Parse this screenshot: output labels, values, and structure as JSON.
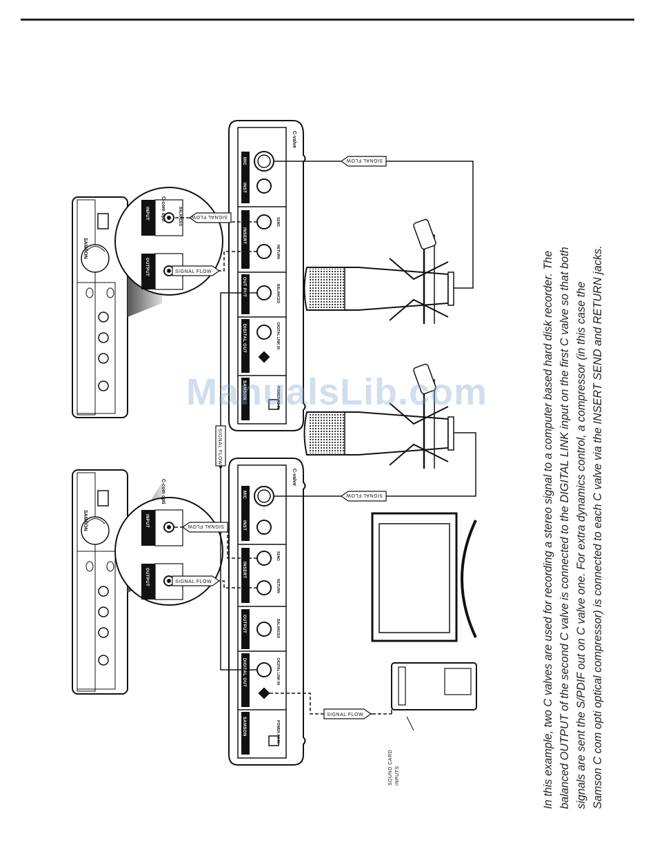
{
  "labels": {
    "signal_flow": "SIGNAL FLOW",
    "sound_card_line1": "SOUND CARD",
    "sound_card_line2": "INPUTS",
    "watermark": "ManualsLib.com"
  },
  "valve_panel": {
    "brand": "C-valve",
    "maker": "SAMSON",
    "mic": "MIC",
    "inst": "INST",
    "insert": "INSERT",
    "send": "SEND",
    "return": "RETURN",
    "output": "OUTPUT",
    "out_put": "OUT PUT",
    "balanced": "BALANCED",
    "digital_out": "DIGITAL OUT",
    "coaxial": "DIGITAL LINK IN",
    "power": "POWER AC IN"
  },
  "compressor": {
    "brand": "C-com opti",
    "maker": "SAMSON",
    "input": "INPUT",
    "output": "OUTPUT",
    "balanced": "BALANCED"
  },
  "caption": {
    "line1": "In this example, two C valves are used for recording a stereo signal to a computer based hard disk recorder.  The",
    "line2": "balanced OUTPUT of the second C valve is connected to the DIGITAL LINK input on the first C valve so that both",
    "line3": "signals are sent the S/PDIF out on C valve one.  For extra dynamics control, a compressor (in this case the",
    "line4": "Samson C com opti optical compressor) is connected to each C valve via the INSERT SEND and RETURN jacks."
  }
}
